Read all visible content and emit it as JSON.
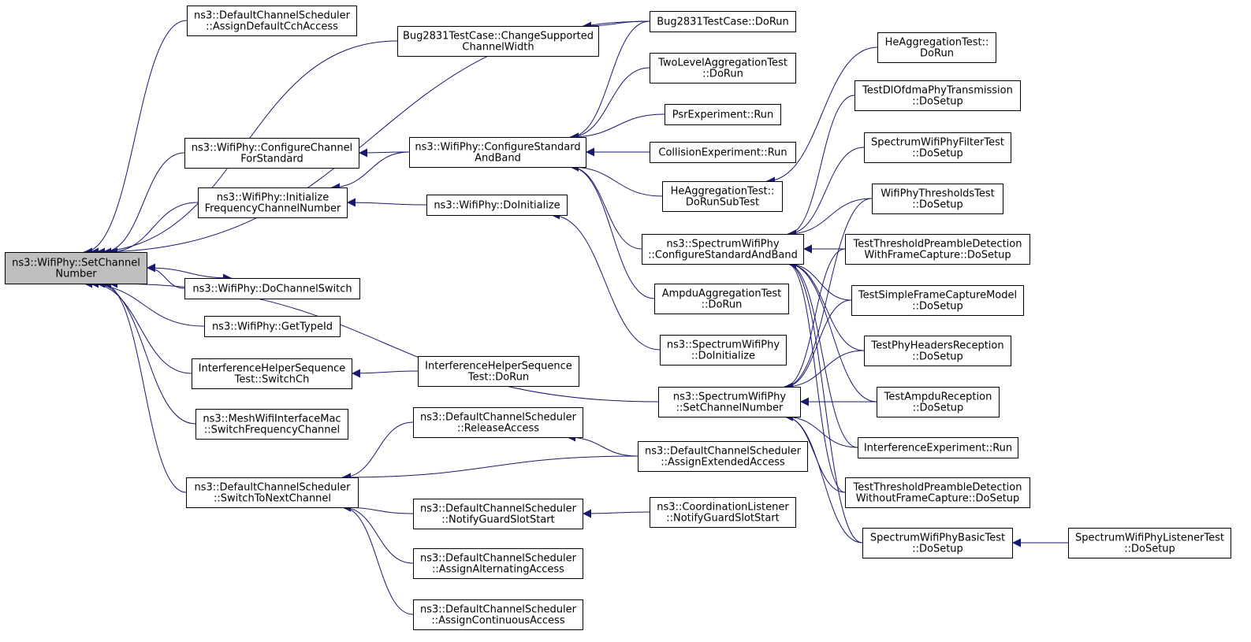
{
  "colors": {
    "edge": "#191970",
    "root_fill": "#bfbfbf",
    "node_fill": "#ffffff",
    "node_border": "#000000"
  },
  "nodes": [
    {
      "id": "n0",
      "lines": [
        "ns3::WifiPhy::SetChannel",
        "Number"
      ],
      "root": true
    },
    {
      "id": "n1",
      "lines": [
        "ns3::DefaultChannelScheduler",
        "::AssignDefaultCchAccess"
      ]
    },
    {
      "id": "n2",
      "lines": [
        "Bug2831TestCase::ChangeSupported",
        "ChannelWidth"
      ]
    },
    {
      "id": "n3",
      "lines": [
        "Bug2831TestCase::DoRun"
      ]
    },
    {
      "id": "n4",
      "lines": [
        "ns3::WifiPhy::ConfigureChannel",
        "ForStandard"
      ]
    },
    {
      "id": "n5",
      "lines": [
        "ns3::WifiPhy::ConfigureStandard",
        "AndBand"
      ]
    },
    {
      "id": "n6",
      "lines": [
        "ns3::WifiPhy::Initialize",
        "FrequencyChannelNumber"
      ]
    },
    {
      "id": "n7",
      "lines": [
        "ns3::WifiPhy::DoInitialize"
      ]
    },
    {
      "id": "n8",
      "lines": [
        "ns3::WifiPhy::DoChannelSwitch"
      ]
    },
    {
      "id": "n9",
      "lines": [
        "ns3::WifiPhy::GetTypeId"
      ]
    },
    {
      "id": "n10",
      "lines": [
        "InterferenceHelperSequence",
        "Test::SwitchCh"
      ]
    },
    {
      "id": "n11",
      "lines": [
        "InterferenceHelperSequence",
        "Test::DoRun"
      ]
    },
    {
      "id": "n12",
      "lines": [
        "ns3::MeshWifiInterfaceMac",
        "::SwitchFrequencyChannel"
      ]
    },
    {
      "id": "n13",
      "lines": [
        "ns3::DefaultChannelScheduler",
        "::SwitchToNextChannel"
      ]
    },
    {
      "id": "n14",
      "lines": [
        "ns3::DefaultChannelScheduler",
        "::ReleaseAccess"
      ]
    },
    {
      "id": "n15",
      "lines": [
        "ns3::DefaultChannelScheduler",
        "::AssignExtendedAccess"
      ]
    },
    {
      "id": "n16",
      "lines": [
        "ns3::DefaultChannelScheduler",
        "::NotifyGuardSlotStart"
      ]
    },
    {
      "id": "n17",
      "lines": [
        "ns3::CoordinationListener",
        "::NotifyGuardSlotStart"
      ]
    },
    {
      "id": "n18",
      "lines": [
        "ns3::DefaultChannelScheduler",
        "::AssignAlternatingAccess"
      ]
    },
    {
      "id": "n19",
      "lines": [
        "ns3::DefaultChannelScheduler",
        "::AssignContinuousAccess"
      ]
    },
    {
      "id": "n20",
      "lines": [
        "TwoLevelAggregationTest",
        "::DoRun"
      ]
    },
    {
      "id": "n21",
      "lines": [
        "PsrExperiment::Run"
      ]
    },
    {
      "id": "n22",
      "lines": [
        "CollisionExperiment::Run"
      ]
    },
    {
      "id": "n23",
      "lines": [
        "HeAggregationTest::",
        "DoRunSubTest"
      ]
    },
    {
      "id": "n24",
      "lines": [
        "ns3::SpectrumWifiPhy",
        "::ConfigureStandardAndBand"
      ]
    },
    {
      "id": "n25",
      "lines": [
        "AmpduAggregationTest",
        "::DoRun"
      ]
    },
    {
      "id": "n26",
      "lines": [
        "ns3::SpectrumWifiPhy",
        "::DoInitialize"
      ]
    },
    {
      "id": "n27",
      "lines": [
        "ns3::SpectrumWifiPhy",
        "::SetChannelNumber"
      ]
    },
    {
      "id": "n28",
      "lines": [
        "HeAggregationTest::",
        "DoRun"
      ]
    },
    {
      "id": "n29",
      "lines": [
        "TestDlOfdmaPhyTransmission",
        "::DoSetup"
      ]
    },
    {
      "id": "n30",
      "lines": [
        "SpectrumWifiPhyFilterTest",
        "::DoSetup"
      ]
    },
    {
      "id": "n31",
      "lines": [
        "WifiPhyThresholdsTest",
        "::DoSetup"
      ]
    },
    {
      "id": "n32",
      "lines": [
        "TestThresholdPreambleDetection",
        "WithFrameCapture::DoSetup"
      ]
    },
    {
      "id": "n33",
      "lines": [
        "TestSimpleFrameCaptureModel",
        "::DoSetup"
      ]
    },
    {
      "id": "n34",
      "lines": [
        "TestPhyHeadersReception",
        "::DoSetup"
      ]
    },
    {
      "id": "n35",
      "lines": [
        "TestAmpduReception",
        "::DoSetup"
      ]
    },
    {
      "id": "n36",
      "lines": [
        "InterferenceExperiment::Run"
      ]
    },
    {
      "id": "n37",
      "lines": [
        "TestThresholdPreambleDetection",
        "WithoutFrameCapture::DoSetup"
      ]
    },
    {
      "id": "n38",
      "lines": [
        "SpectrumWifiPhyBasicTest",
        "::DoSetup"
      ]
    },
    {
      "id": "n39",
      "lines": [
        "SpectrumWifiPhyListenerTest",
        "::DoSetup"
      ]
    }
  ],
  "edges": [
    [
      "n1",
      "n0"
    ],
    [
      "n2",
      "n0"
    ],
    [
      "n3",
      "n0"
    ],
    [
      "n4",
      "n0"
    ],
    [
      "n6",
      "n0"
    ],
    [
      "n8",
      "n0"
    ],
    [
      "n9",
      "n0"
    ],
    [
      "n10",
      "n0"
    ],
    [
      "n12",
      "n0"
    ],
    [
      "n13",
      "n0"
    ],
    [
      "n27",
      "n0"
    ],
    [
      "n0",
      "n8"
    ],
    [
      "n3",
      "n2"
    ],
    [
      "n5",
      "n4"
    ],
    [
      "n5",
      "n6"
    ],
    [
      "n7",
      "n6"
    ],
    [
      "n11",
      "n10"
    ],
    [
      "n14",
      "n13"
    ],
    [
      "n15",
      "n13"
    ],
    [
      "n16",
      "n13"
    ],
    [
      "n18",
      "n13"
    ],
    [
      "n19",
      "n13"
    ],
    [
      "n15",
      "n14"
    ],
    [
      "n17",
      "n16"
    ],
    [
      "n3",
      "n5"
    ],
    [
      "n20",
      "n5"
    ],
    [
      "n21",
      "n5"
    ],
    [
      "n22",
      "n5"
    ],
    [
      "n23",
      "n5"
    ],
    [
      "n24",
      "n5"
    ],
    [
      "n25",
      "n5"
    ],
    [
      "n28",
      "n23"
    ],
    [
      "n26",
      "n7"
    ],
    [
      "n29",
      "n24"
    ],
    [
      "n30",
      "n24"
    ],
    [
      "n31",
      "n24"
    ],
    [
      "n32",
      "n24"
    ],
    [
      "n33",
      "n24"
    ],
    [
      "n34",
      "n24"
    ],
    [
      "n35",
      "n24"
    ],
    [
      "n36",
      "n24"
    ],
    [
      "n37",
      "n24"
    ],
    [
      "n38",
      "n24"
    ],
    [
      "n31",
      "n27"
    ],
    [
      "n32",
      "n27"
    ],
    [
      "n33",
      "n27"
    ],
    [
      "n34",
      "n27"
    ],
    [
      "n35",
      "n27"
    ],
    [
      "n36",
      "n27"
    ],
    [
      "n37",
      "n27"
    ],
    [
      "n38",
      "n27"
    ],
    [
      "n39",
      "n38"
    ]
  ]
}
